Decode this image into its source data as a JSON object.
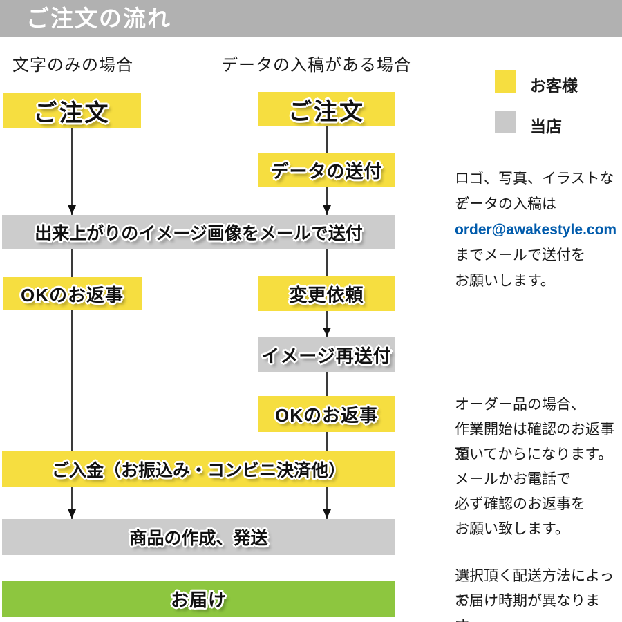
{
  "header": {
    "title": "ご注文の流れ"
  },
  "columns": {
    "left": "文字のみの場合",
    "right": "データの入稿がある場合"
  },
  "legend": {
    "customer": {
      "label": "お客様",
      "color": "#f6de40"
    },
    "shop": {
      "label": "当店",
      "color": "#c9c9c9"
    }
  },
  "colors": {
    "customer_yellow": "#f6de40",
    "shop_gray": "#cccccc",
    "header_gray": "#b1b1b1",
    "delivery_green": "#8dc63f",
    "email_blue": "#005bac"
  },
  "flow": {
    "order_left": "ご注文",
    "order_right": "ご注文",
    "data_send": "データの送付",
    "image_mail": "出来上がりのイメージ画像をメールで送付",
    "ok_reply_left": "OKのお返事",
    "change_request": "変更依頼",
    "image_resend": "イメージ再送付",
    "ok_reply_right": "OKのお返事",
    "payment": "ご入金（お振込み・コンビニ決済他）",
    "production": "商品の作成、発送",
    "delivery": "お届け"
  },
  "notes": {
    "submission": {
      "line1": "ロゴ、写真、イラストなど",
      "line2": "データの入稿は",
      "email": "order@awakestyle.com",
      "line3": "までメールで送付を",
      "line4": "お願いします。"
    },
    "confirmation": {
      "line1": "オーダー品の場合、",
      "line2": "作業開始は確認のお返事を",
      "line3": "頂いてからになります。",
      "line4": "メールかお電話で",
      "line5": "必ず確認のお返事を",
      "line6": "お願い致します。"
    },
    "delivery": {
      "line1": "選択頂く配送方法によって",
      "line2": "お届け時期が異なります。"
    }
  }
}
